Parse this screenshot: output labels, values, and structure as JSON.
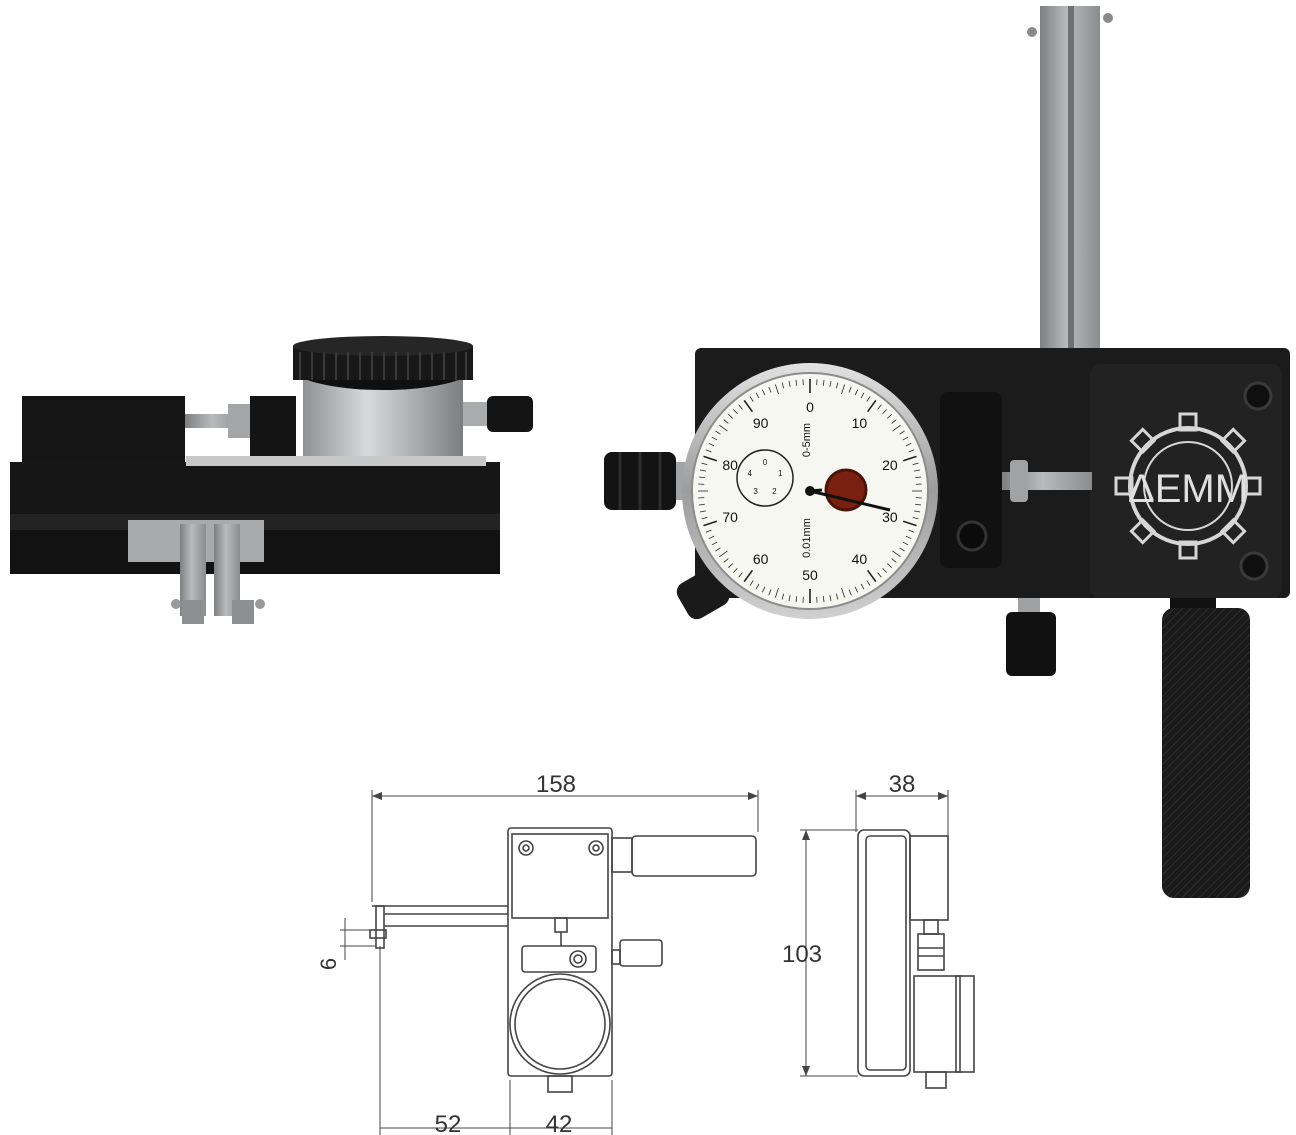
{
  "dial": {
    "numbers": [
      "0",
      "10",
      "20",
      "30",
      "40",
      "50",
      "60",
      "70",
      "80",
      "90"
    ],
    "range_label": "0-5mm",
    "resolution_label": "0.01mm",
    "subdial_numbers": [
      "0",
      "1",
      "2",
      "3",
      "4"
    ]
  },
  "logo": {
    "text": "ΔΕΜΜ"
  },
  "drawing": {
    "front": {
      "overall_width": "158",
      "probe_offset": "6",
      "probe_reach": "52",
      "dial_span": "42"
    },
    "side": {
      "depth": "38",
      "height": "103"
    }
  },
  "colors": {
    "body": "#161616",
    "steel": "#9a9c9e",
    "dial_face": "#f7f7f2",
    "line": "#444444"
  }
}
